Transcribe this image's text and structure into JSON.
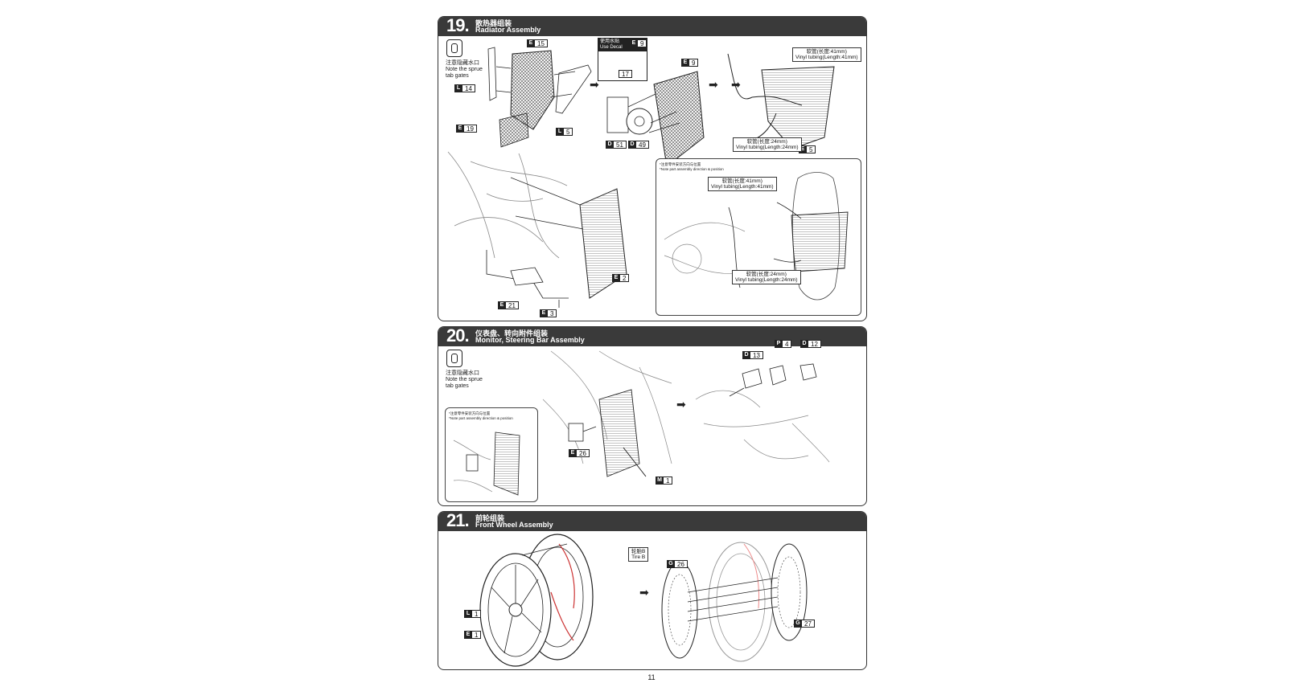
{
  "steps": [
    {
      "number": "19.",
      "title_cn": "散热器组装",
      "title_en": "Radiator Assembly",
      "sprue_note_cn": "注意隐藏水口",
      "sprue_note_en_1": "Note the sprue",
      "sprue_note_en_2": "tab gates",
      "decal_cn": "使用水贴",
      "decal_en": "Use Decal",
      "direction_note_cn": "*注意零件安装方向与位置",
      "direction_note_en": "*Note part assembly direction & position",
      "tube_long_cn": "软管(长度:41mm)",
      "tube_long_en": "Vinyl tubing(Length:41mm)",
      "tube_short_cn": "软管(长度:24mm)",
      "tube_short_en": "Vinyl tubing(Length:24mm)",
      "parts": {
        "e15": {
          "letter": "E",
          "num": "15"
        },
        "l14": {
          "letter": "L",
          "num": "14"
        },
        "e19": {
          "letter": "E",
          "num": "19"
        },
        "l5": {
          "letter": "L",
          "num": "5"
        },
        "e9a": {
          "letter": "E",
          "num": "9"
        },
        "n17": {
          "letter": "",
          "num": "17"
        },
        "e9b": {
          "letter": "E",
          "num": "9"
        },
        "d51": {
          "letter": "D",
          "num": "51"
        },
        "d49": {
          "letter": "D",
          "num": "49"
        },
        "e5": {
          "letter": "E",
          "num": "5"
        },
        "e2": {
          "letter": "E",
          "num": "2"
        },
        "e21": {
          "letter": "E",
          "num": "21"
        },
        "e3": {
          "letter": "E",
          "num": "3"
        }
      }
    },
    {
      "number": "20.",
      "title_cn": "仪表盘、转向附件组装",
      "title_en": "Monitor, Steering Bar Assembly",
      "sprue_note_cn": "注意隐藏水口",
      "sprue_note_en_1": "Note the sprue",
      "sprue_note_en_2": "tab gates",
      "direction_note_cn": "*注意零件安装方向与位置",
      "direction_note_en": "*Note part assembly direction & position",
      "parts": {
        "d13": {
          "letter": "D",
          "num": "13"
        },
        "p4": {
          "letter": "P",
          "num": "4"
        },
        "d12": {
          "letter": "D",
          "num": "12"
        },
        "e26": {
          "letter": "E",
          "num": "26"
        },
        "m1": {
          "letter": "M",
          "num": "1"
        }
      }
    },
    {
      "number": "21.",
      "title_cn": "前轮组装",
      "title_en": "Front Wheel Assembly",
      "tire_cn": "轮胎B",
      "tire_en": "Tire B",
      "parts": {
        "g26": {
          "letter": "G",
          "num": "26"
        },
        "l1a": {
          "letter": "L",
          "num": "1"
        },
        "e1": {
          "letter": "E",
          "num": "1"
        },
        "g27": {
          "letter": "G",
          "num": "27"
        }
      }
    }
  ],
  "page_number": "11"
}
